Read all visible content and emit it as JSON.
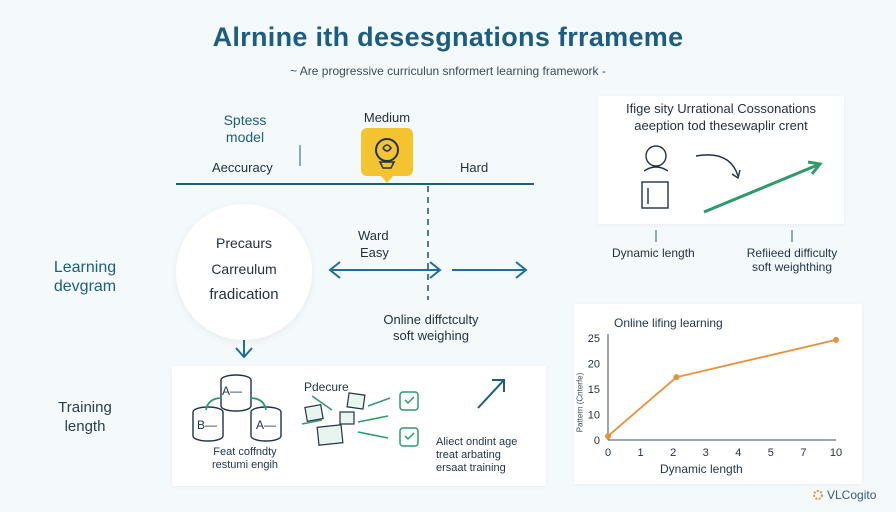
{
  "header": {
    "title": "Alrnine ith desesgnations frrameme",
    "subtitle": "~ Are progressive curriculun snformert learning framework -"
  },
  "top_model": {
    "label_line1": "Sptess",
    "label_line2": "model",
    "accuracy": "Aeccuracy",
    "medium": "Medium",
    "hard": "Hard"
  },
  "left_labels": {
    "learning_line1": "Learning",
    "learning_line2": "devgram",
    "training_line1": "Training",
    "training_line2": "length"
  },
  "circle": {
    "line1": "Precaurs",
    "line2": "Carreulum",
    "line3": "fradication"
  },
  "middle": {
    "ward": "Ward",
    "easy": "Easy",
    "online_line1": "Online diffctculty",
    "online_line2": "soft weighing"
  },
  "bottom_panel": {
    "feat_line1": "Feat coffndty",
    "feat_line2": "restumi engih",
    "procedure": "Pdecure",
    "alloc_line1": "Aliect ondint age",
    "alloc_line2": "treat arbating",
    "alloc_line3": "ersaat training",
    "db_labels": [
      "A—",
      "B—",
      "A—"
    ]
  },
  "right_top": {
    "title_line1": "Ifige sity Urrational Cossonations",
    "title_line2": "aeeption tod thesewaplir crent",
    "dynamic": "Dynamic length",
    "refined_line1": "Refiieed difficulty",
    "refined_line2": "soft weighthing"
  },
  "chart_data": {
    "type": "line",
    "title": "Online lifing learning",
    "xlabel": "Dynamic length",
    "ylabel": "Pattern (Cnterfe)",
    "x": [
      0,
      3,
      10
    ],
    "values": [
      1,
      16,
      25.5
    ],
    "xticks": [
      "0",
      "1",
      "2",
      "3",
      "4",
      "5",
      "7",
      "10"
    ],
    "yticks": [
      "0",
      "10",
      "15",
      "20",
      "25"
    ],
    "xlim": [
      0,
      10
    ],
    "ylim": [
      0,
      27
    ],
    "grid": false,
    "line_color": "#e8913a"
  },
  "brand": {
    "name": "VLCogito",
    "color": "#e8913a"
  },
  "colors": {
    "title": "#1d5d80",
    "accent": "#1d6e9c",
    "green": "#2e9a6a",
    "yellow": "#f4c430"
  }
}
